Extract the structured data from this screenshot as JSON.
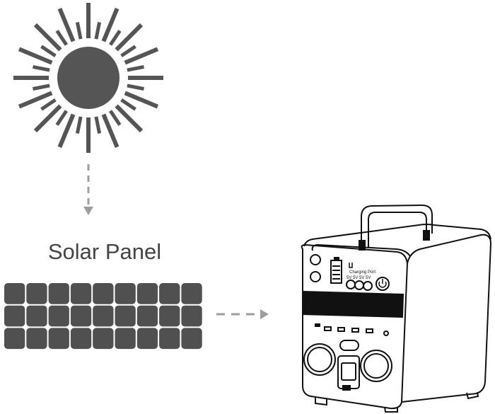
{
  "diagram": {
    "panel_label": "Solar Panel",
    "sun": {
      "color": "#555555",
      "ray_count": 32
    },
    "panel": {
      "color": "#505050",
      "columns": 9,
      "rows": 3
    },
    "arrow_color": "#9e9e9e",
    "station": {
      "outline_color": "#111111",
      "screen_color": "#111111",
      "tiny_label_top": "Charging Port",
      "tiny_label_bottom": "5V  5V  5V  5V"
    }
  }
}
